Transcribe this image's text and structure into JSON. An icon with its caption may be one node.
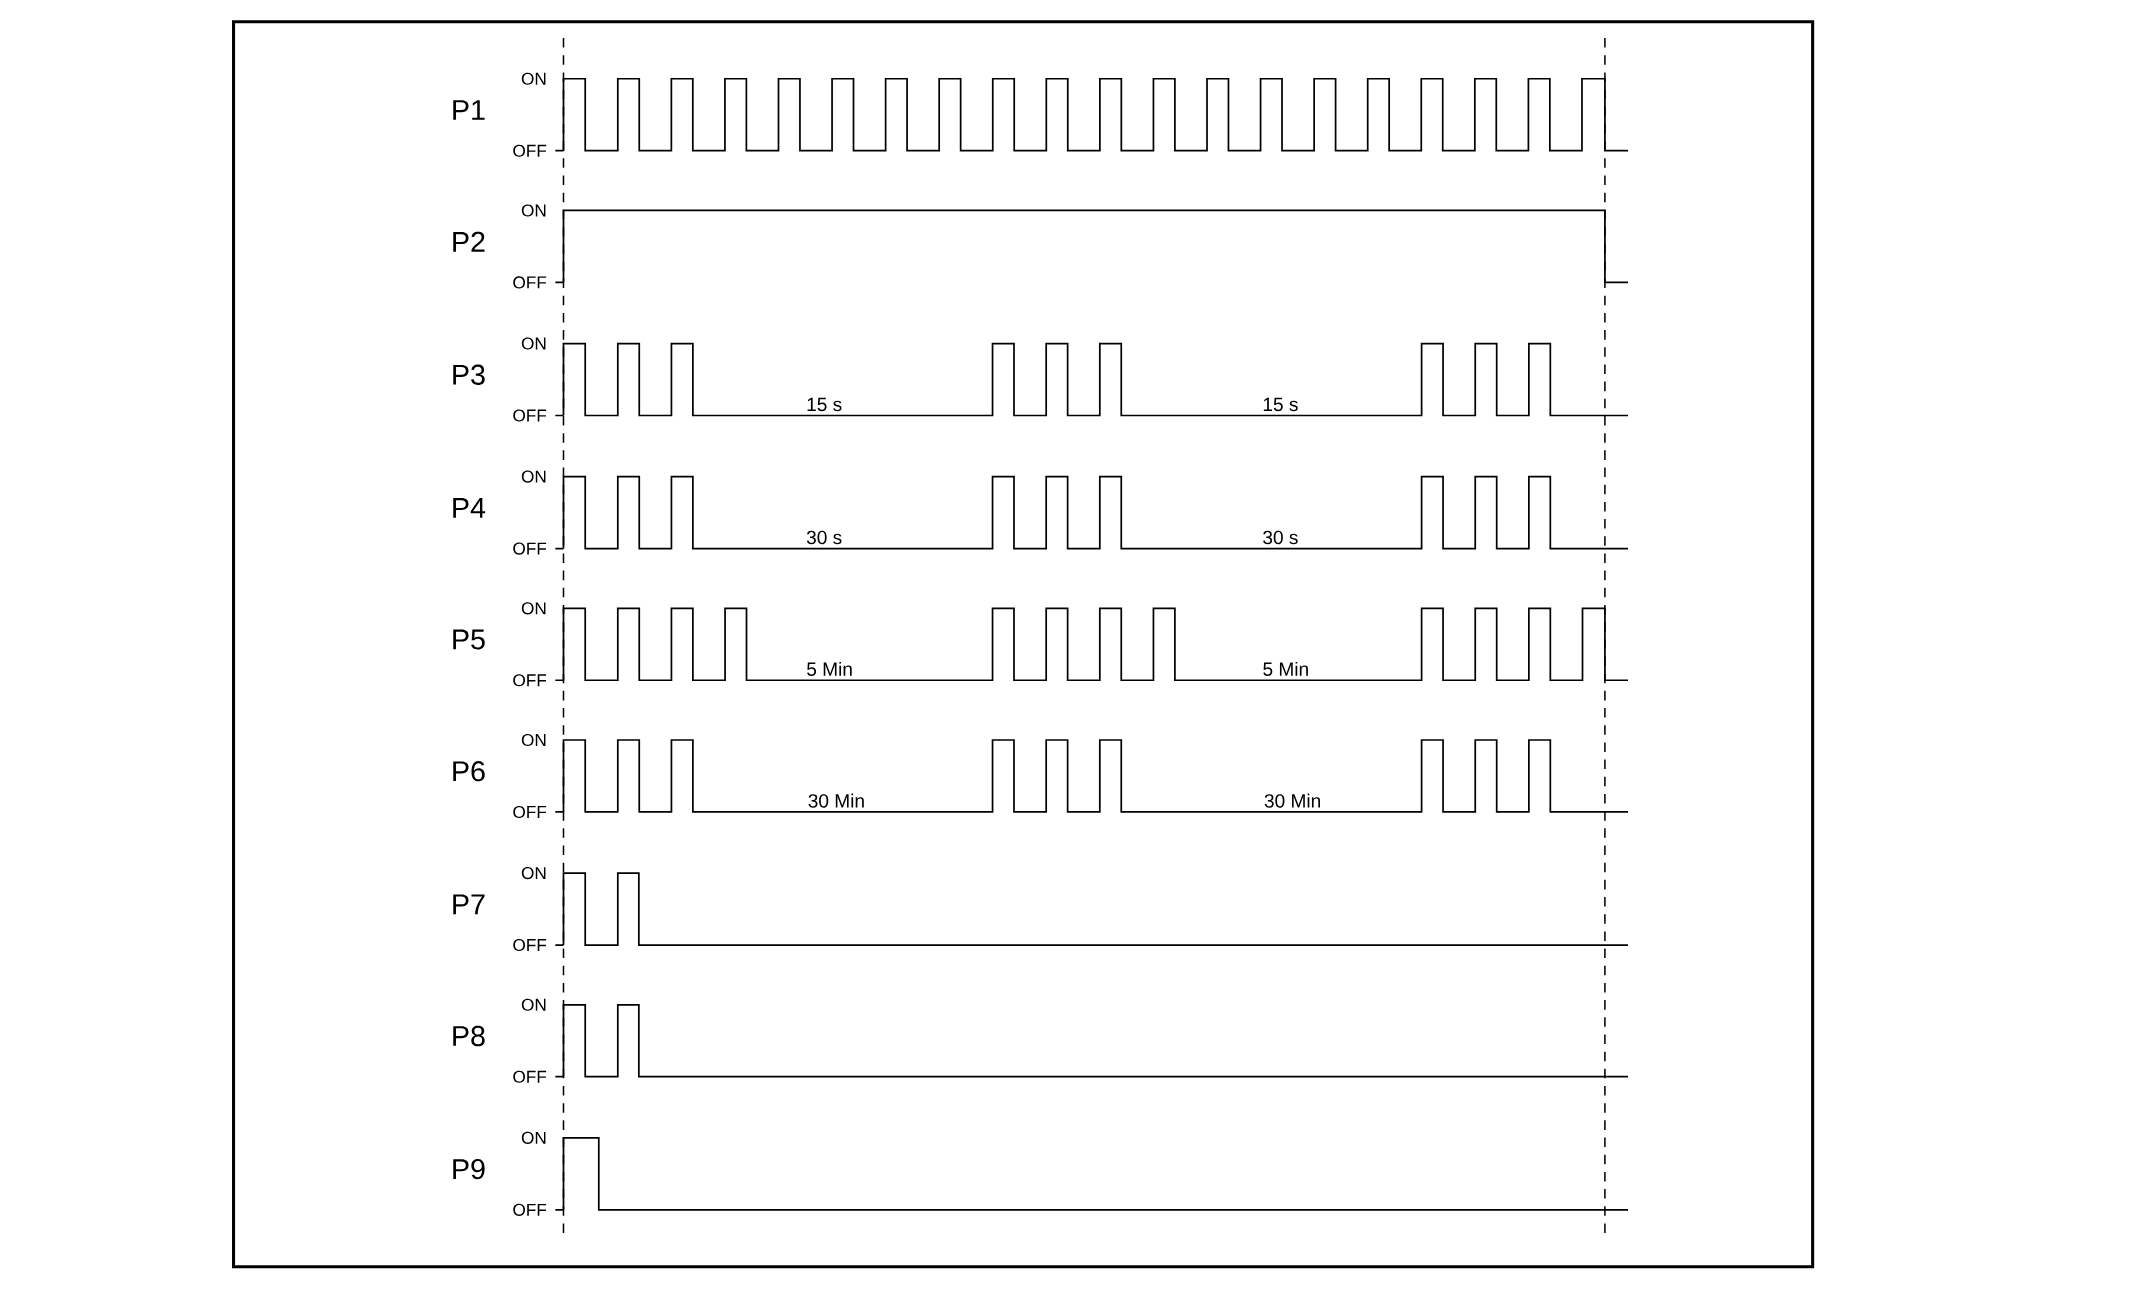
{
  "diagram": {
    "labels": [
      "ON",
      "P1",
      "OFF",
      "ON",
      "P2",
      "OFF",
      "ON",
      "P3",
      "OFF",
      "15 s",
      "15 s",
      "ON",
      "P4",
      "OFF",
      "30 s",
      "30 s",
      "ON",
      "P5",
      "OFF",
      "5 Min",
      "5 Min",
      "ON",
      "P6",
      "OFF",
      "30 Min",
      "30 Min",
      "ON",
      "P7",
      "OFF",
      "ON",
      "P8",
      "OFF",
      "ON",
      "P9",
      "OFF"
    ]
  }
}
